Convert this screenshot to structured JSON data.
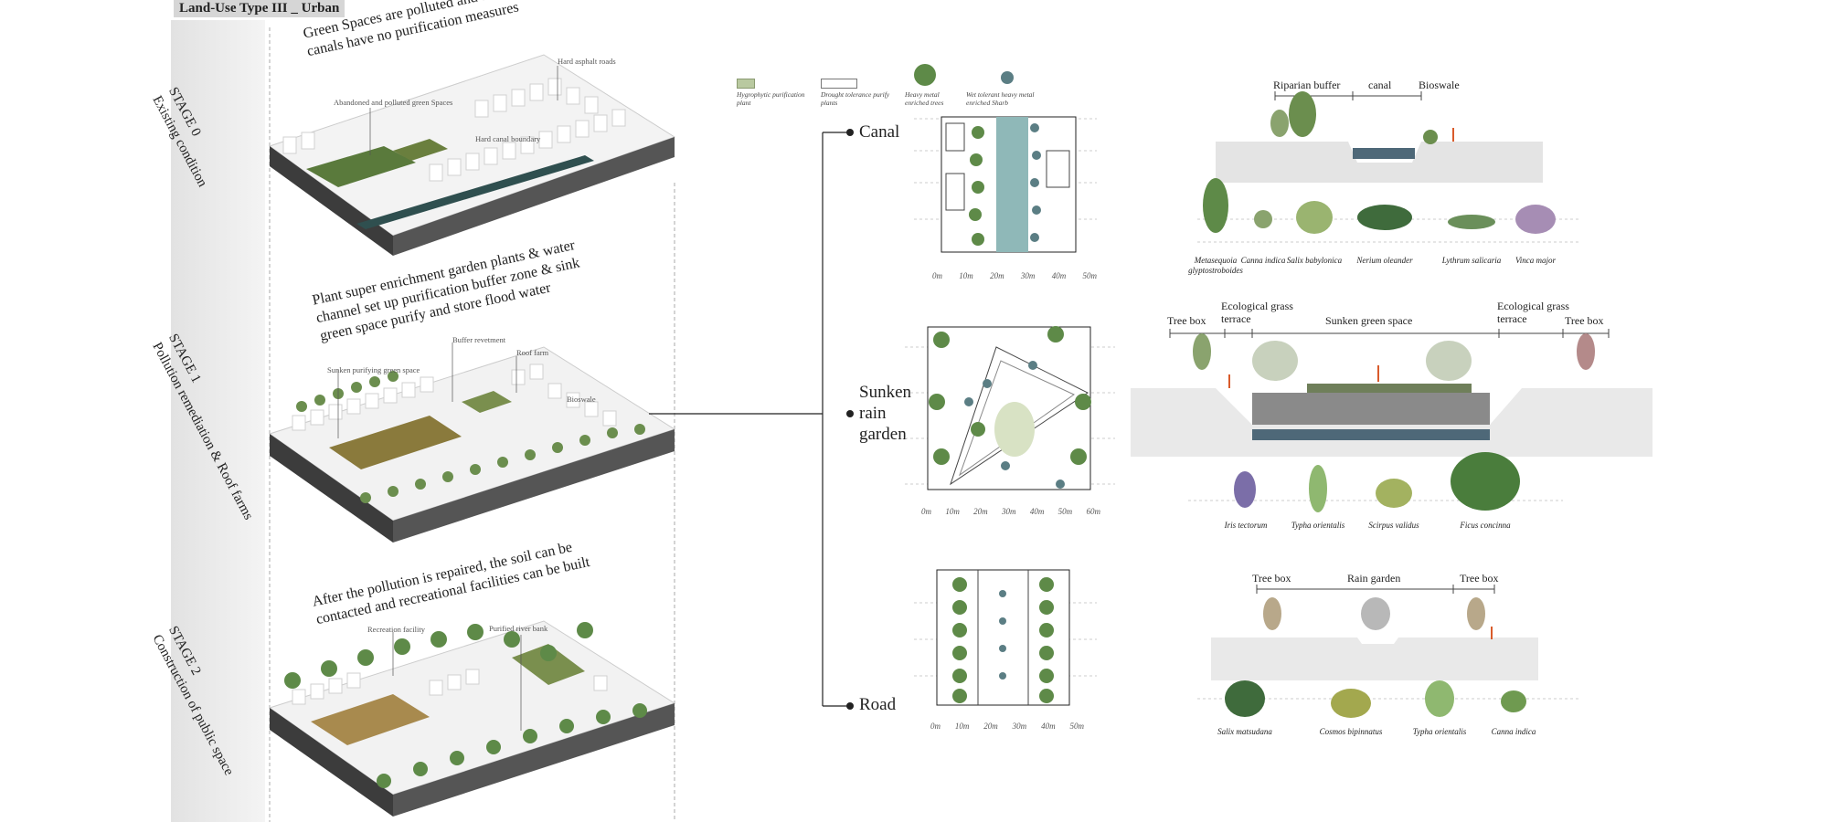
{
  "header": {
    "title": "Land-Use Type III _ Urban"
  },
  "stages": [
    {
      "label": "STAGE 0",
      "subtitle": "Existing condition",
      "headline": "Green Spaces are polluted and abandoned, a nd canals have no purification measures",
      "annotations": [
        "Abandoned and polluted green Spaces",
        "Hard asphalt roads",
        "Hard canal boundary"
      ]
    },
    {
      "label": "STAGE 1",
      "subtitle": "Pollution remediation & Roof farms",
      "headline": "Plant super enrichment garden plants & water channel set up purification buffer zone & sink green space purify and store flood water",
      "annotations": [
        "Sunken purifying green space",
        "Buffer revetment",
        "Roof farm",
        "Bioswale"
      ]
    },
    {
      "label": "STAGE 2",
      "subtitle": "Construction of public space",
      "headline": "After the pollution is repaired, the soil can be contacted and recreational facilities can be built",
      "annotations": [
        "Recreation facility",
        "Purified river bank"
      ]
    }
  ],
  "legend": [
    {
      "label": "Hygrophytic purification plant",
      "color": "#b9c9a0"
    },
    {
      "label": "Drought tolerance purify plants",
      "color": "#ffffff"
    },
    {
      "label": "Heavy metal enriched trees",
      "icon": "tree-icon"
    },
    {
      "label": "Wet tolerant heavy metal enriched Sharb",
      "icon": "shrub-icon"
    }
  ],
  "nodes": [
    {
      "label": "Canal",
      "scale": [
        "0m",
        "10m",
        "20m",
        "30m",
        "40m",
        "50m"
      ]
    },
    {
      "label": "Sunken rain garden",
      "scale": [
        "0m",
        "10m",
        "20m",
        "30m",
        "40m",
        "50m",
        "60m"
      ]
    },
    {
      "label": "Road",
      "scale": [
        "0m",
        "10m",
        "20m",
        "30m",
        "40m",
        "50m"
      ]
    }
  ],
  "sections": [
    {
      "zones": [
        "Riparian buffer",
        "canal",
        "Bioswale"
      ],
      "plants": [
        "Metasequoia glyptostroboides",
        "Canna indica",
        "Salix babylonica",
        "Nerium oleander",
        "Lythrum salicaria",
        "Vinca major"
      ]
    },
    {
      "zones": [
        "Tree box",
        "Ecological grass terrace",
        "Sunken green space",
        "Ecological grass terrace",
        "Tree box"
      ],
      "plants": [
        "Iris tectorum",
        "Typha orientalis",
        "Scirpus validus",
        "Ficus concinna"
      ]
    },
    {
      "zones": [
        "Tree box",
        "Rain garden",
        "Tree box"
      ],
      "plants": [
        "Salix matsudana",
        "Cosmos bipinnatus",
        "Typha orientalis",
        "Canna indica"
      ]
    }
  ],
  "colors": {
    "water": "#8fb8b8",
    "tree": "#4e6e45",
    "shrub": "#6f8f5f",
    "ground": "#9a9a9a",
    "accent": "#d95b2b"
  }
}
